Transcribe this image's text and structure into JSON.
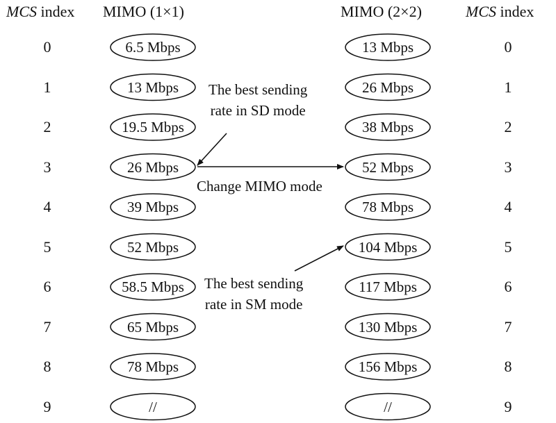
{
  "headers": {
    "mcs_italic": "MCS",
    "mcs_rest": " index",
    "left_mimo": "MIMO (1×1)",
    "right_mimo": "MIMO (2×2)"
  },
  "rows": [
    {
      "index": "0",
      "rate_1x1": "6.5 Mbps",
      "rate_2x2": "13 Mbps"
    },
    {
      "index": "1",
      "rate_1x1": "13 Mbps",
      "rate_2x2": "26 Mbps"
    },
    {
      "index": "2",
      "rate_1x1": "19.5 Mbps",
      "rate_2x2": "38 Mbps"
    },
    {
      "index": "3",
      "rate_1x1": "26 Mbps",
      "rate_2x2": "52 Mbps"
    },
    {
      "index": "4",
      "rate_1x1": "39 Mbps",
      "rate_2x2": "78 Mbps"
    },
    {
      "index": "5",
      "rate_1x1": "52 Mbps",
      "rate_2x2": "104 Mbps"
    },
    {
      "index": "6",
      "rate_1x1": "58.5 Mbps",
      "rate_2x2": "117 Mbps"
    },
    {
      "index": "7",
      "rate_1x1": "65 Mbps",
      "rate_2x2": "130 Mbps"
    },
    {
      "index": "8",
      "rate_1x1": "78 Mbps",
      "rate_2x2": "156 Mbps"
    },
    {
      "index": "9",
      "rate_1x1": "//",
      "rate_2x2": "//"
    }
  ],
  "annotations": {
    "sd_best_line1": "The best sending",
    "sd_best_line2": "rate in SD mode",
    "change_mode": "Change MIMO mode",
    "sm_best_line1": "The best sending",
    "sm_best_line2": "rate in SM mode"
  }
}
